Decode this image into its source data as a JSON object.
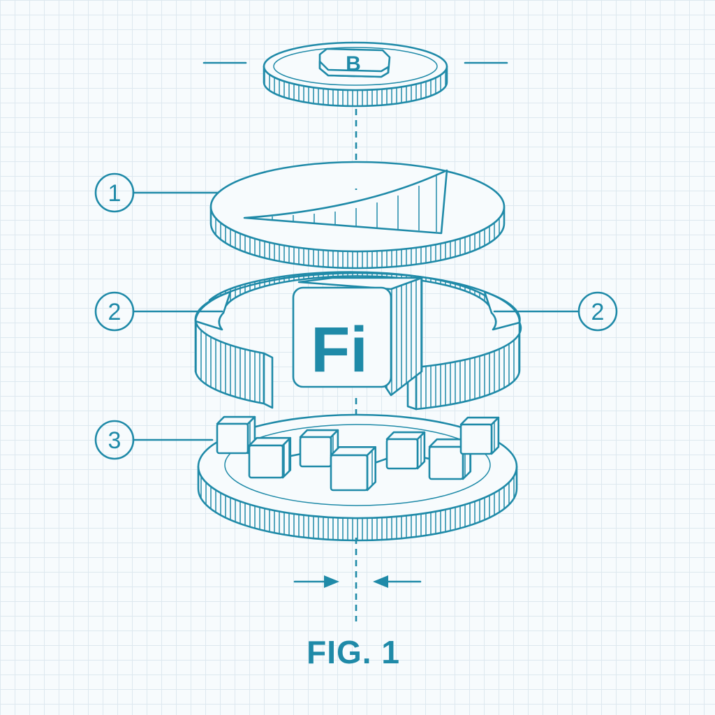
{
  "figure": {
    "caption": "FIG. 1",
    "top_coin_glyph": "B",
    "center_block_text": "Fi"
  },
  "callouts": [
    {
      "id": "callout-1",
      "number": "1",
      "target": "upper disc with rising curve"
    },
    {
      "id": "callout-2-left",
      "number": "2",
      "target": "open ring"
    },
    {
      "id": "callout-2-right",
      "number": "2",
      "target": "open ring"
    },
    {
      "id": "callout-3",
      "number": "3",
      "target": "chain of blocks on base disc"
    }
  ],
  "colors": {
    "line": "#1f8aa8",
    "background": "#f7fbfd",
    "grid": "#dde8ef"
  }
}
